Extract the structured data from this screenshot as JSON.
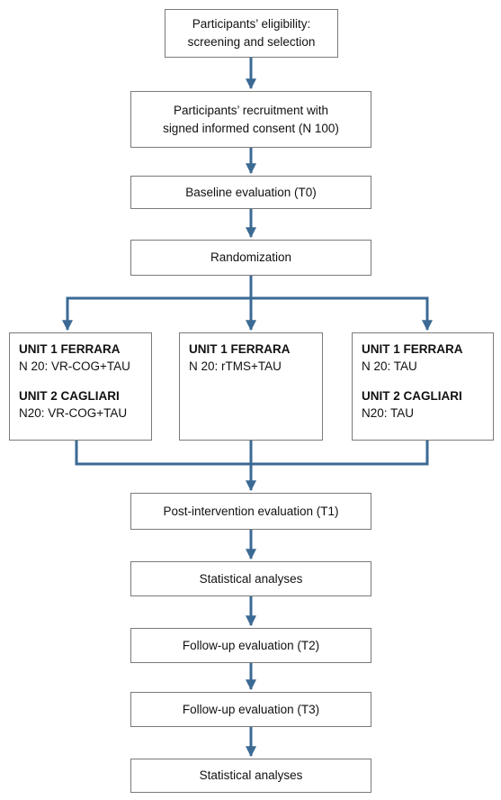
{
  "steps": {
    "eligibility": {
      "line1": "Participants’ eligibility:",
      "line2": "screening and selection"
    },
    "recruitment": {
      "line1": "Participants’ recruitment with",
      "line2": "signed informed consent (N 100)"
    },
    "baseline": "Baseline evaluation (T0)",
    "randomization": "Randomization",
    "post_intervention": "Post-intervention evaluation (T1)",
    "stats1": "Statistical analyses",
    "followup_t2": "Follow-up evaluation (T2)",
    "followup_t3": "Follow-up evaluation (T3)",
    "stats2": "Statistical analyses"
  },
  "groups": [
    {
      "units": [
        {
          "name": "UNIT 1 FERRARA",
          "detail": "N 20: VR-COG+TAU"
        },
        {
          "name": "UNIT 2 CAGLIARI",
          "detail": "N20: VR-COG+TAU"
        }
      ]
    },
    {
      "units": [
        {
          "name": "UNIT 1 FERRARA",
          "detail": "N 20: rTMS+TAU"
        }
      ]
    },
    {
      "units": [
        {
          "name": "UNIT 1 FERRARA",
          "detail": "N 20: TAU"
        },
        {
          "name": "UNIT 2 CAGLIARI",
          "detail": "N20: TAU"
        }
      ]
    }
  ],
  "colors": {
    "arrow": "#3b6a94",
    "border": "#7a7a7a"
  }
}
